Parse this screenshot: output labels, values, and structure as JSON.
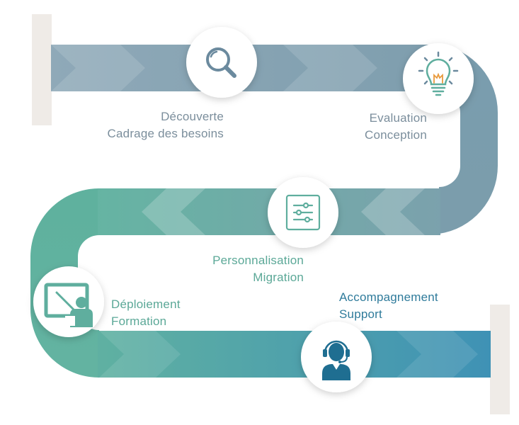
{
  "colors": {
    "teal_dark": "#5cae9c",
    "teal_light": "#85c5b4",
    "blue_gray": "#8ea7b5",
    "slate": "#7a9cae",
    "blue": "#3f93b5",
    "post": "#efebe7",
    "icon": "#6b8a9e",
    "icon_teal": "#5fae9e",
    "icon_orange": "#e99a3c",
    "icon_blue": "#1f6e91",
    "text_gray": "#7b8e9c",
    "text_teal": "#5ba897",
    "text_blue": "#2f7b9b"
  },
  "steps": [
    {
      "line1": "Découverte",
      "line2": "Cadrage des besoins",
      "icon": "magnifier-icon",
      "color": "#7b8e9c"
    },
    {
      "line1": "Evaluation",
      "line2": "Conception",
      "icon": "lightbulb-icon",
      "color": "#7b8e9c"
    },
    {
      "line1": "Personnalisation",
      "line2": "Migration",
      "icon": "sliders-icon",
      "color": "#5ba897"
    },
    {
      "line1": "Déploiement",
      "line2": "Formation",
      "icon": "presentation-icon",
      "color": "#5ba897"
    },
    {
      "line1": "Accompagnement",
      "line2": "Support",
      "icon": "headset-icon",
      "color": "#2f7b9b"
    }
  ]
}
